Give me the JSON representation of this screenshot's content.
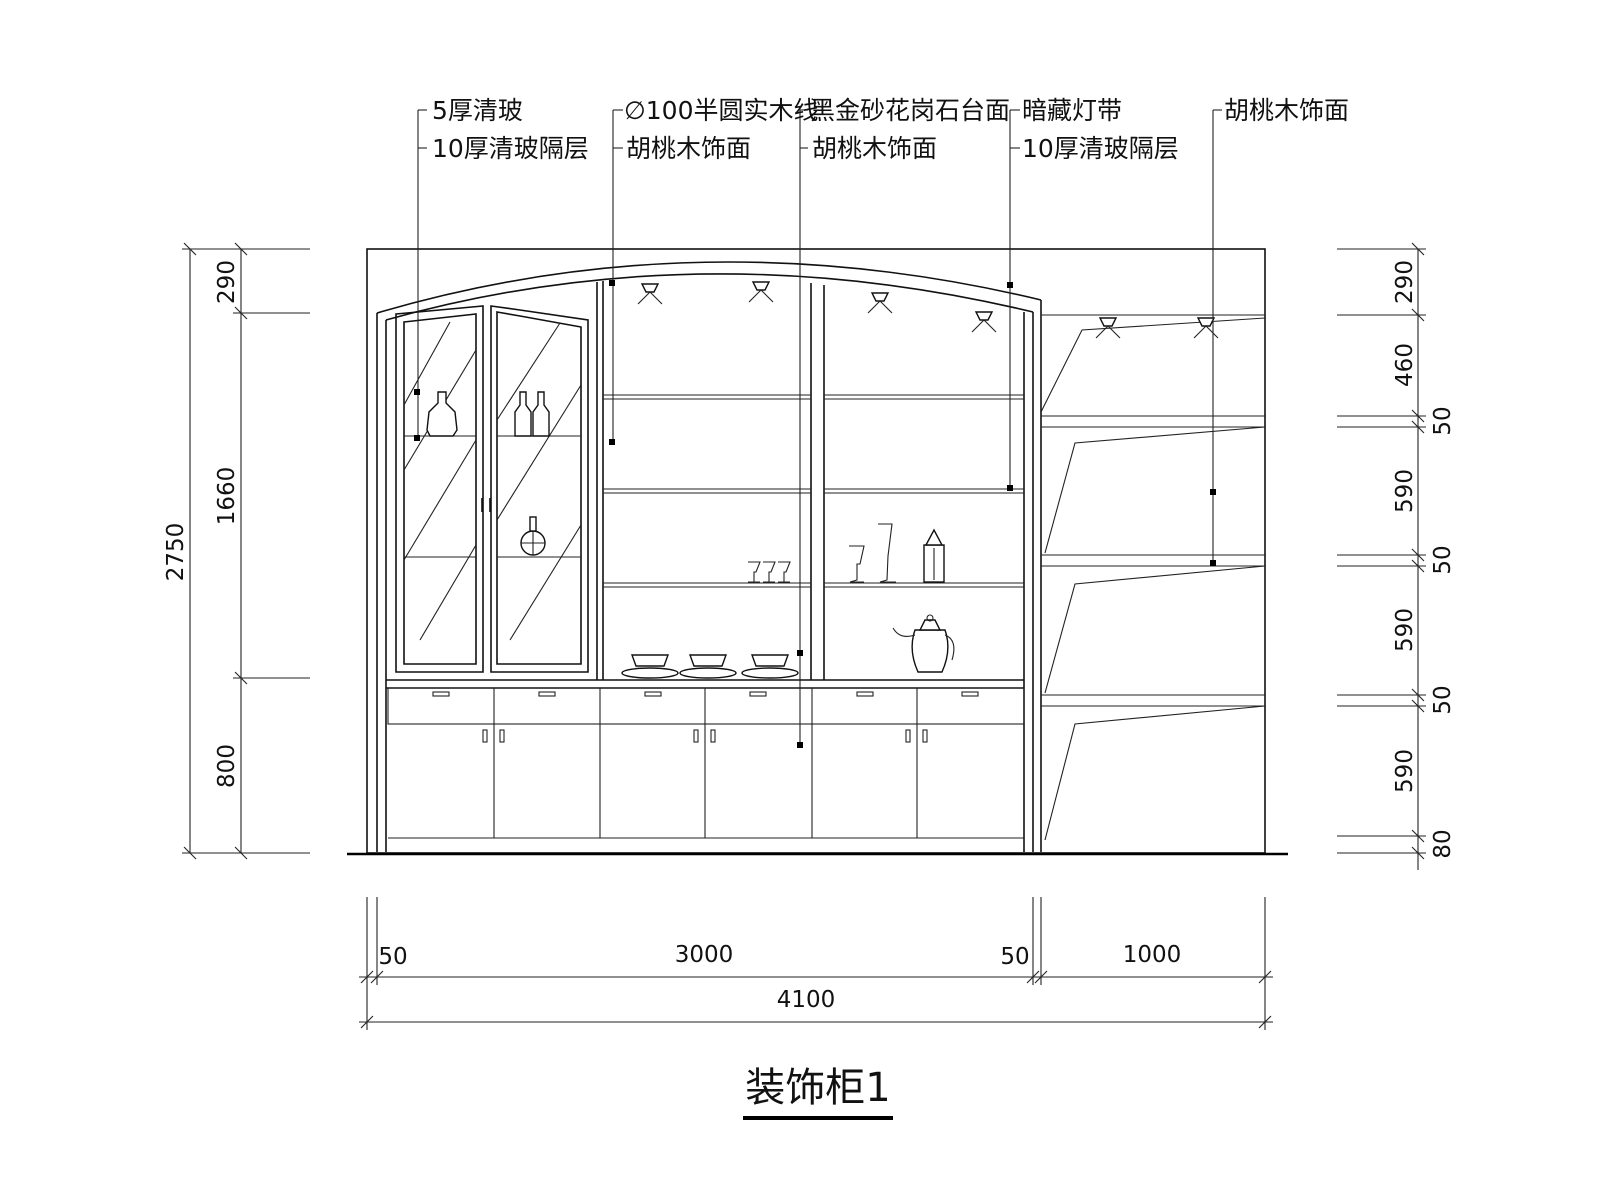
{
  "title": "装饰柜1",
  "annotations": {
    "glass_5mm": "5厚清玻",
    "glass_shelf_left": "10厚清玻隔层",
    "moulding": "∅100半圆实木线",
    "walnut_a": "胡桃木饰面",
    "granite": "黑金砂花岗石台面",
    "walnut_b": "胡桃木饰面",
    "hidden_light": "暗藏灯带",
    "glass_shelf_right": "10厚清玻隔层",
    "walnut_c": "胡桃木饰面"
  },
  "dimensions": {
    "left": {
      "total": "2750",
      "top": "290",
      "middle": "1660",
      "bottom": "800"
    },
    "right": [
      "290",
      "460",
      "50",
      "590",
      "50",
      "590",
      "50",
      "590",
      "80"
    ],
    "bottom": {
      "a": "50",
      "b": "3000",
      "c": "50",
      "d": "1000",
      "total": "4100"
    }
  }
}
